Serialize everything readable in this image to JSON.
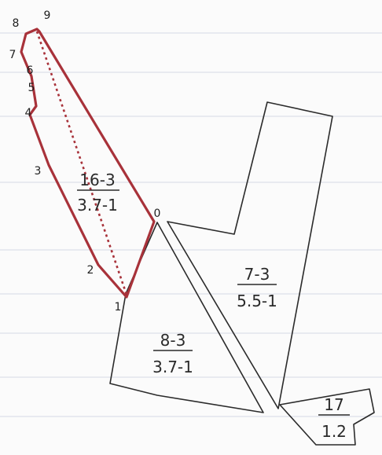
{
  "parcels": [
    {
      "id": "16-3",
      "numerator": "16-3",
      "denominator": "3.7-1",
      "highlighted": true
    },
    {
      "id": "7-3",
      "numerator": "7-3",
      "denominator": "5.5-1",
      "highlighted": false
    },
    {
      "id": "8-3",
      "numerator": "8-3",
      "denominator": "3.7-1",
      "highlighted": false
    },
    {
      "id": "17",
      "numerator": "17",
      "denominator": "1.2",
      "highlighted": false
    }
  ],
  "vertex_labels": [
    "0",
    "1",
    "2",
    "3",
    "4",
    "5",
    "6",
    "7",
    "8",
    "9"
  ],
  "colors": {
    "highlight": "#a8323a",
    "boundary": "#2b2b2b",
    "paper": "#fbfbfb"
  }
}
